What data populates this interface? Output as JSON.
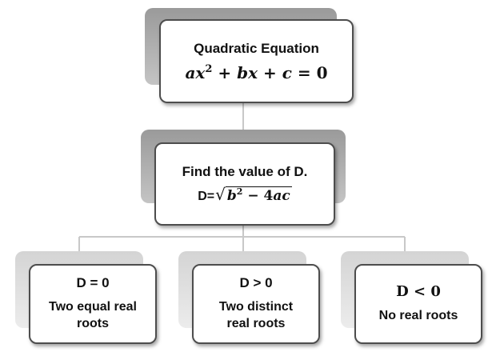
{
  "root": {
    "title": "Quadratic Equation",
    "formula": {
      "a": "a",
      "x": "x",
      "exp": "2",
      "plus_bx": "+",
      "b": "b",
      "x2": "x",
      "plus_c": "+",
      "c": "c",
      "eq": "=",
      "zero": "0"
    }
  },
  "middle": {
    "title": "Find the value of D.",
    "formula": {
      "prefix": "D=",
      "radical": "√",
      "b": "b",
      "exp": "2",
      "minus": "−",
      "four_ac": "4",
      "a": "a",
      "c": "c"
    }
  },
  "cases": [
    {
      "condition": "D = 0",
      "line1": "Two equal real",
      "line2": "roots"
    },
    {
      "condition": "D > 0",
      "line1": "Two distinct",
      "line2": "real roots"
    },
    {
      "condition": "D < 0",
      "line1": "No real roots",
      "line2": ""
    }
  ],
  "colors": {
    "box_border": "#4d4d4d",
    "connector": "#c8c8c8",
    "shadow_dark": "#a8a8a8",
    "shadow_light": "#dedede"
  }
}
